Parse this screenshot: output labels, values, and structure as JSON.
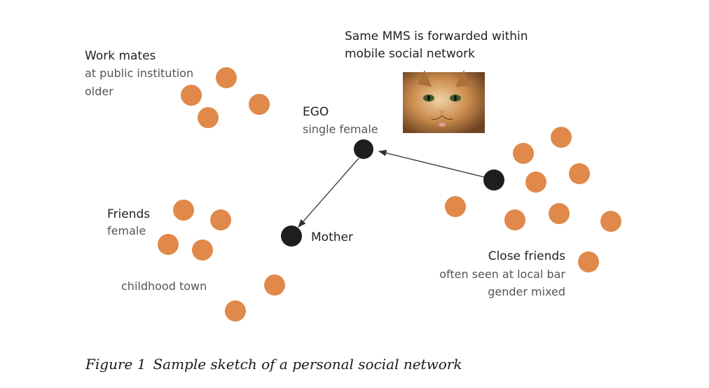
{
  "palette": {
    "contact_fill": "#E0894A",
    "key_node_fill": "#1E1E1E",
    "edge_stroke": "#333333"
  },
  "groups": {
    "work_mates": {
      "title": "Work mates",
      "line1": "at public institution",
      "line2": "older"
    },
    "ego": {
      "title": "EGO",
      "subtitle": "single female"
    },
    "mms": {
      "line1": "Same MMS is forwarded within",
      "line2": "mobile social network",
      "image_icon": "cat-photo"
    },
    "friends": {
      "title": "Friends",
      "subtitle": "female",
      "extra": "childhood town"
    },
    "mother": {
      "title": "Mother"
    },
    "close_friends": {
      "title": "Close friends",
      "line1": "often seen at local bar",
      "line2": "gender mixed"
    }
  },
  "caption": {
    "number": "Figure 1",
    "text": "Sample sketch of a personal social network"
  }
}
